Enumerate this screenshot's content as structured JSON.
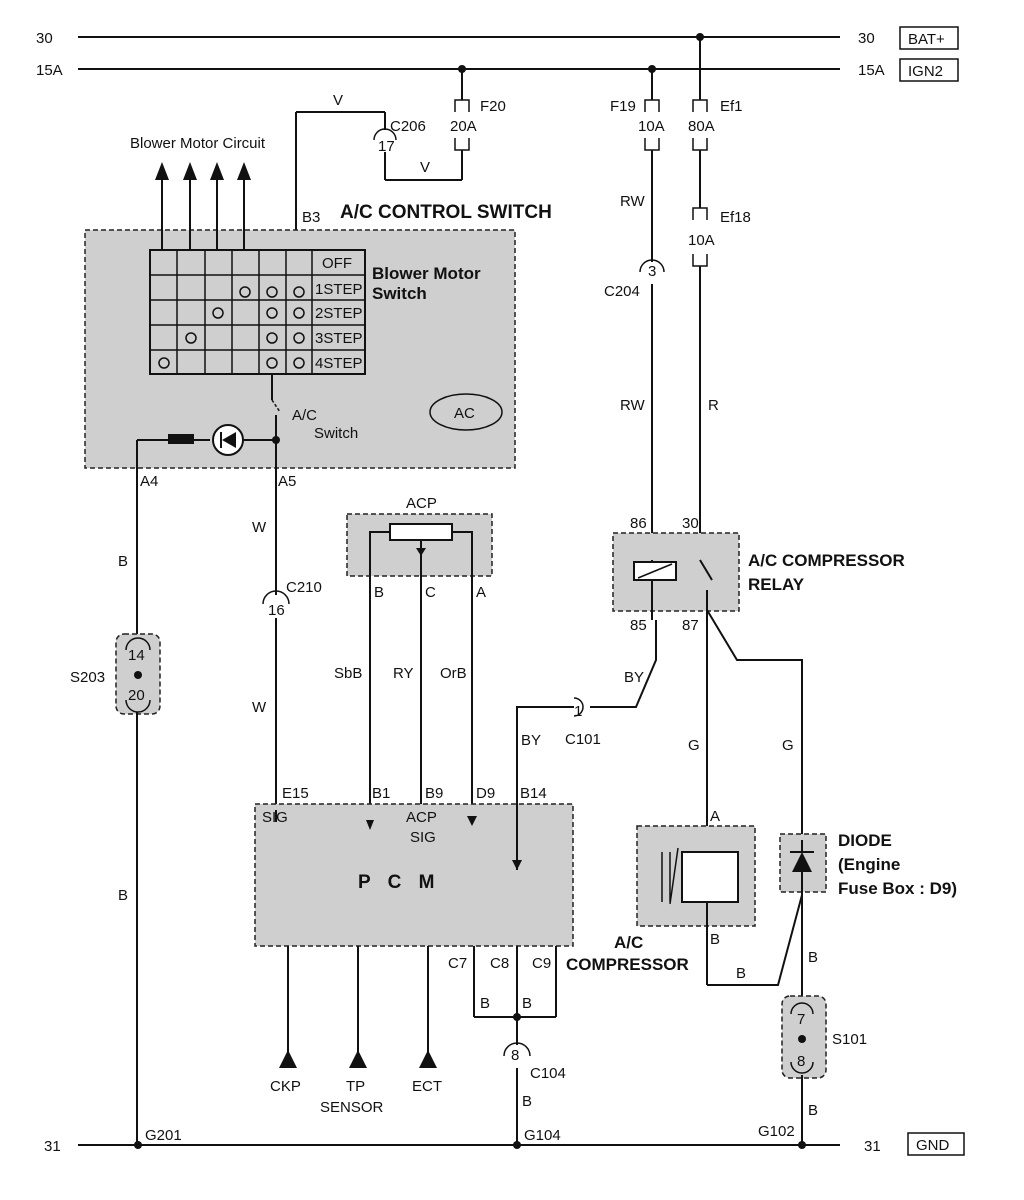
{
  "rails": {
    "top_left": "30",
    "top_right": "30",
    "top_tag": "BAT+",
    "second_left": "15A",
    "second_right": "15A",
    "second_tag": "IGN2",
    "bottom_left": "31",
    "bottom_right": "31",
    "bottom_tag": "GND"
  },
  "fuses": {
    "f20_name": "F20",
    "f20_rating": "20A",
    "f19_name": "F19",
    "f19_rating": "10A",
    "ef1_name": "Ef1",
    "ef1_rating": "80A",
    "ef18_name": "Ef18",
    "ef18_rating": "10A"
  },
  "connectors": {
    "c206": "C206",
    "c206_pin": "17",
    "c204": "C204",
    "c204_pin": "3",
    "c210": "C210",
    "c210_pin": "16",
    "c101": "C101",
    "c101_pin": "1",
    "c104": "C104",
    "c104_pin": "8",
    "s203": "S203",
    "s203_pin_top": "14",
    "s203_pin_bottom": "20",
    "s101": "S101",
    "s101_pin_top": "7",
    "s101_pin_bottom": "8"
  },
  "wires": {
    "v1": "V",
    "v2": "V",
    "rw1": "RW",
    "rw2": "RW",
    "r": "R",
    "w1": "W",
    "w2": "W",
    "b_left1": "B",
    "b_left2": "B",
    "sbb": "SbB",
    "ry": "RY",
    "orb": "OrB",
    "by1": "BY",
    "by2": "BY",
    "g1": "G",
    "g2": "G",
    "b_c8": "B",
    "b_c9": "B",
    "b_c104": "B",
    "b_comp": "B",
    "b_diode": "B",
    "b_s101": "B",
    "b_g102": "B",
    "b_comp2": "B"
  },
  "switch": {
    "title": "A/C CONTROL SWITCH",
    "blower_circuit": "Blower Motor Circuit",
    "blower_switch_line1": "Blower Motor",
    "blower_switch_line2": "Switch",
    "pin_b3": "B3",
    "pin_a4": "A4",
    "pin_a5": "A5",
    "positions": [
      "OFF",
      "1STEP",
      "2STEP",
      "3STEP",
      "4STEP"
    ],
    "ac_switch_line1": "A/C",
    "ac_switch_line2": "Switch",
    "ac_badge": "AC"
  },
  "acp": {
    "title": "ACP",
    "pin_b": "B",
    "pin_c": "C",
    "pin_a": "A"
  },
  "relay": {
    "title_line1": "A/C COMPRESSOR",
    "title_line2": "RELAY",
    "pin_86": "86",
    "pin_30": "30",
    "pin_85": "85",
    "pin_87": "87"
  },
  "pcm": {
    "title": "P C M",
    "pin_e15": "E15",
    "pin_b1": "B1",
    "pin_b9": "B9",
    "pin_d9": "D9",
    "pin_b14": "B14",
    "sig": "SIG",
    "acp_sig_line1": "ACP",
    "acp_sig_line2": "SIG",
    "pin_c7": "C7",
    "pin_c8": "C8",
    "pin_c9": "C9",
    "ckp": "CKP",
    "tp_line1": "TP",
    "tp_line2": "SENSOR",
    "ect": "ECT"
  },
  "compressor": {
    "title_line1": "A/C",
    "title_line2": "COMPRESSOR",
    "pin_a": "A",
    "pin_b": "B"
  },
  "diode": {
    "title": "DIODE",
    "line2": "(Engine",
    "line3": "Fuse Box : D9)"
  },
  "grounds": {
    "g201": "G201",
    "g104": "G104",
    "g102": "G102"
  }
}
